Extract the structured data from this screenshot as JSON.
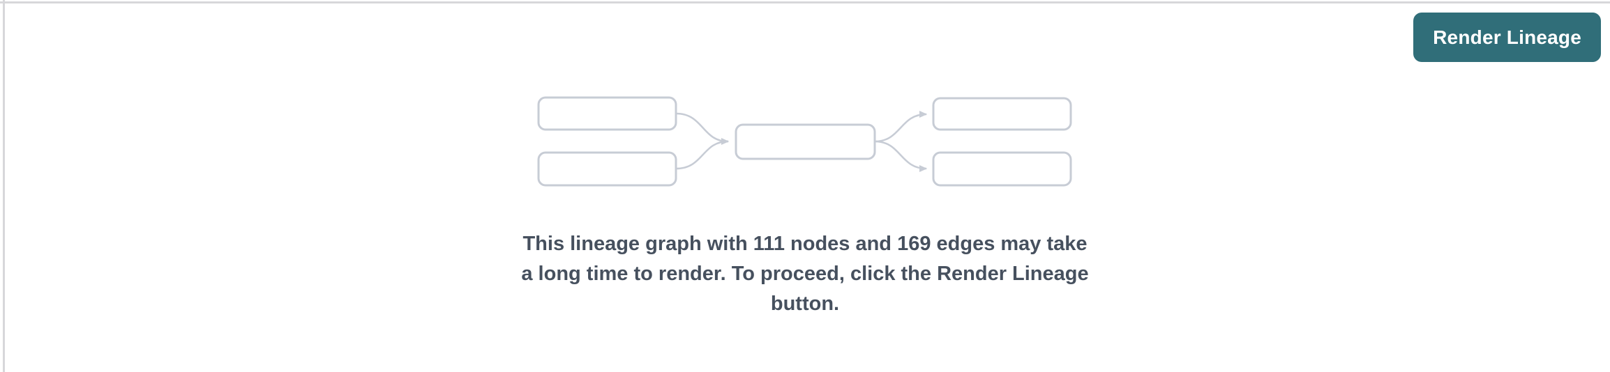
{
  "colors": {
    "page_bg": "#ffffff",
    "frame_border": "#d7d7da",
    "accent_teal": "#306e79",
    "button_text": "#ffffff",
    "placeholder_gray": "#c7ccd5",
    "message_text": "#46505e"
  },
  "toolbar": {
    "render_button_label": "Render Lineage"
  },
  "icons": {
    "lineage_placeholder": "five-node-graph-with-converging-and-diverging-arrows"
  },
  "graph_stats": {
    "node_count": "111",
    "edge_count": "169"
  },
  "message": {
    "lines": [
      "This lineage graph with 111 nodes and 169 edges may take",
      "a long time to render. To proceed, click the Render Lineage",
      "button."
    ]
  }
}
